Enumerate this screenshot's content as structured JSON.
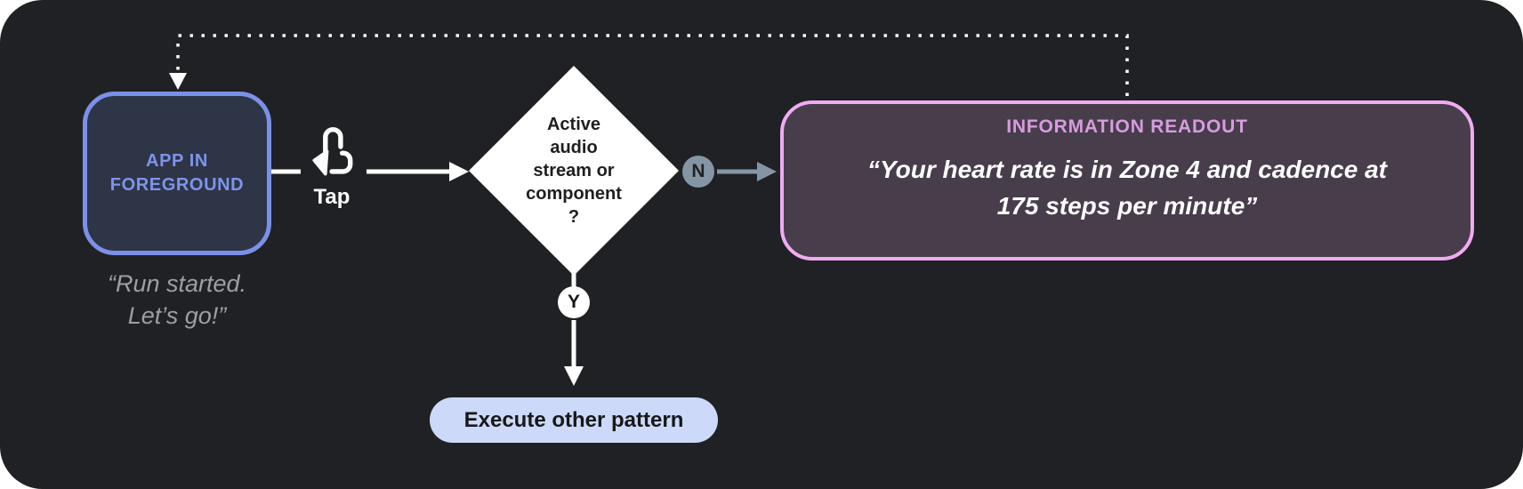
{
  "canvas": {
    "background_color": "#202124"
  },
  "flow": {
    "app_box": {
      "label": "APP IN\nFOREGROUND",
      "voice_line": "“Run started.\nLet’s go!”",
      "border_color": "#7b90e8",
      "fill_color": "#2d3547",
      "text_color": "#7f93ea"
    },
    "tap": {
      "label": "Tap",
      "icon": "tap-gesture-icon",
      "color": "#ffffff"
    },
    "decision": {
      "label": "Active\naudio\nstream or\ncomponent\n?",
      "fill_color": "#ffffff",
      "text_color": "#1f1f1f"
    },
    "no_branch": {
      "badge": "N",
      "badge_color": "#8496a6"
    },
    "yes_branch": {
      "badge": "Y",
      "badge_color": "#ffffff"
    },
    "readout": {
      "title": "INFORMATION READOUT",
      "quote": "“Your heart rate is in Zone 4 and cadence at\n175 steps per minute”",
      "border_color": "#f0abf2",
      "title_color": "#d89be0",
      "fill_color": "#473d4b"
    },
    "execute": {
      "label": "Execute other pattern",
      "fill_color": "#ccd9f8",
      "text_color": "#17181a"
    }
  }
}
